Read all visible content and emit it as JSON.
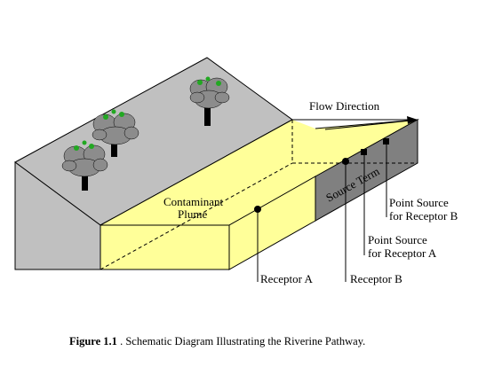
{
  "labels": {
    "flow_direction": "Flow Direction",
    "contaminant": "Contaminant",
    "plume": "Plume",
    "source_term": "Source Term",
    "point_source_b_1": "Point Source",
    "point_source_b_2": "for Receptor B",
    "point_source_a_1": "Point Source",
    "point_source_a_2": "for Receptor A",
    "receptor_a": "Receptor A",
    "receptor_b": "Receptor B"
  },
  "caption": {
    "figure": "Figure 1.1",
    "text": " .  Schematic Diagram Illustrating the Riverine Pathway."
  },
  "colors": {
    "ground": "#c0c0c0",
    "plume": "#ffff99",
    "source_term": "#808080",
    "tree_leaf": "#8c8c8c",
    "tree_leaf_highlight": "#22a822",
    "trunk": "#000000"
  }
}
